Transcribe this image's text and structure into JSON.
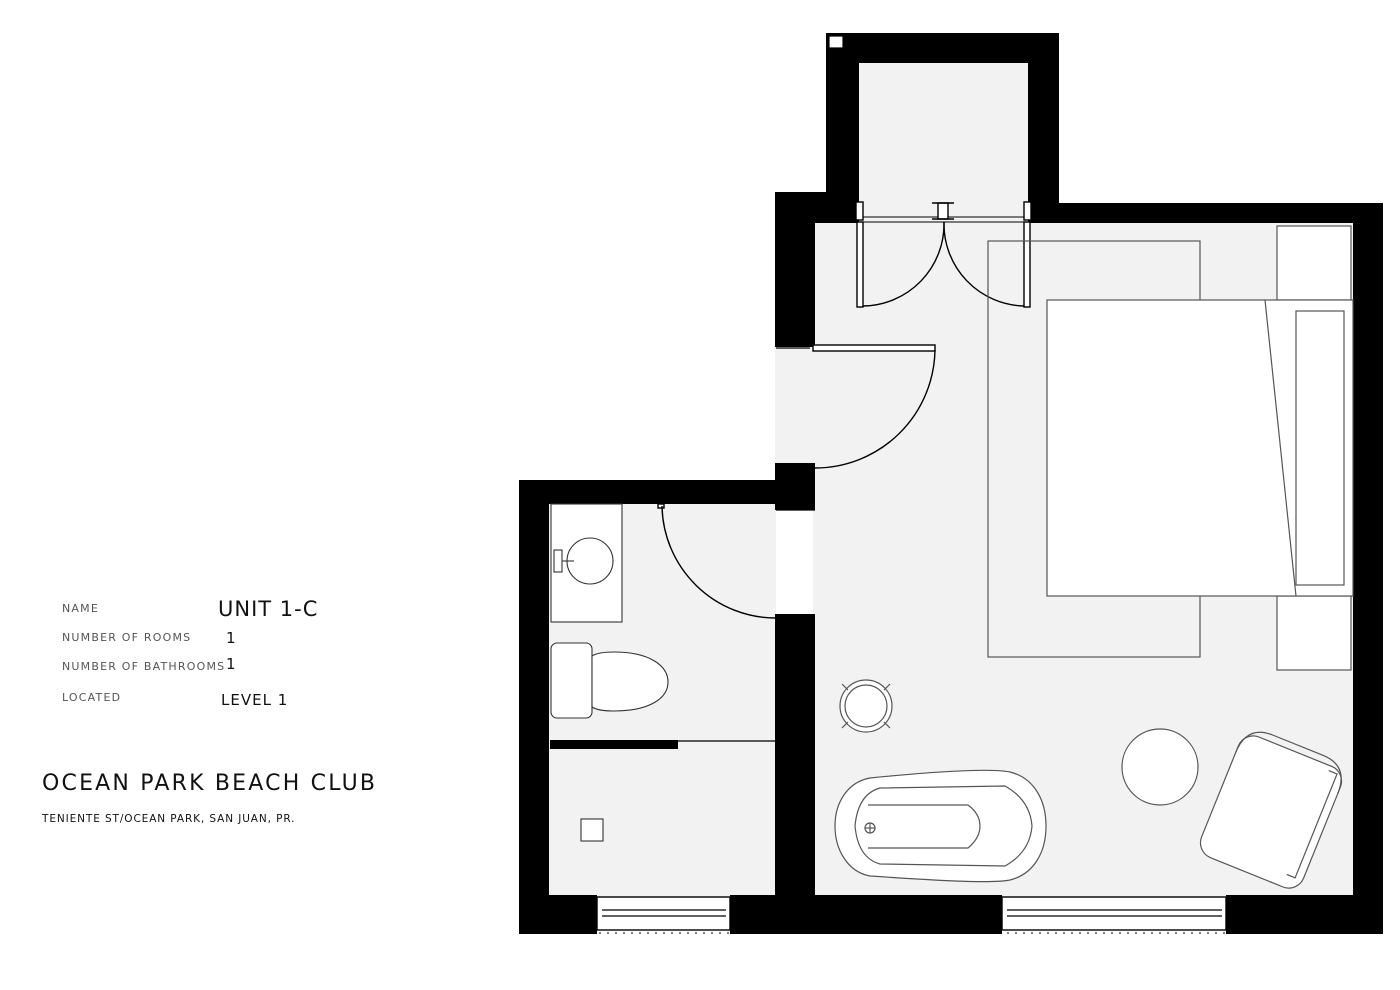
{
  "unit_info": {
    "name_label": "NAME",
    "name_value": "UNIT 1-C",
    "rooms_label": "NUMBER OF ROOMS",
    "rooms_value": "1",
    "bathrooms_label": "NUMBER OF BATHROOMS",
    "bathrooms_value": "1",
    "located_label": "LOCATED",
    "located_value": "LEVEL 1"
  },
  "project": {
    "title": "OCEAN PARK BEACH CLUB",
    "address": "TENIENTE ST/OCEAN PARK, SAN JUAN, PR."
  },
  "colors": {
    "wall": "#000000",
    "floor": "#f2f2f2",
    "furniture_line": "#444444",
    "label_gray": "#555555"
  }
}
